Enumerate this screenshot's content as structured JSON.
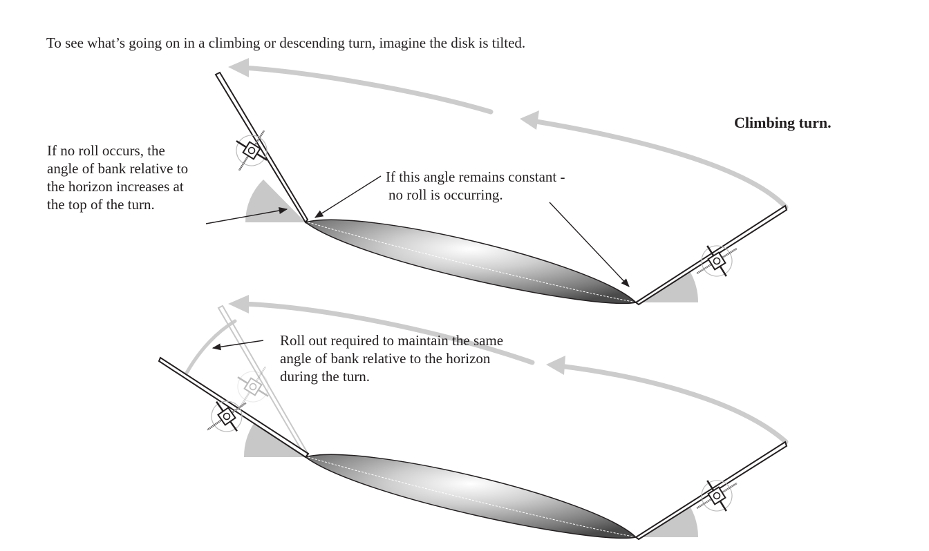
{
  "intro": "To see what’s going on in a climbing or descending turn, imagine the disk is tilted.",
  "title": "Climbing turn.",
  "note_left": [
    "If no roll occurs, the",
    "angle of bank relative to",
    "the horizon increases at",
    "the top of the turn."
  ],
  "note_angle": [
    "If this angle remains constant -",
    "no roll is occurring."
  ],
  "note_rollout": [
    "Roll out required to maintain the same",
    "angle of bank relative to the horizon",
    "during the turn."
  ],
  "colors": {
    "arrow_gray": "#cccccc",
    "bank_wedge": "#c8c8c8",
    "disk_dark": "#555555",
    "ink": "#231f20"
  },
  "icons": [
    "airplane-icon"
  ]
}
